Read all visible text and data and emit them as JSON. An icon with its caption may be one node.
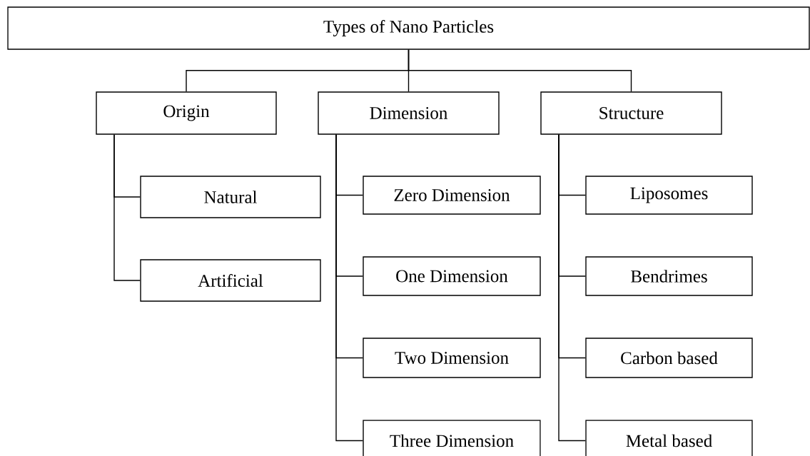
{
  "diagram": {
    "nodes": [
      {
        "text": [
          "Types of Nano Particles"
        ]
      },
      {
        "text": [
          "Origin"
        ]
      },
      {
        "text": [
          "Dimension"
        ]
      },
      {
        "text": [
          "Structure"
        ]
      },
      {
        "text": [
          "Natural"
        ]
      },
      {
        "text": [
          "Artificial"
        ]
      },
      {
        "text": [
          "Zero Dimension"
        ]
      },
      {
        "text": [
          "One Dimension"
        ]
      },
      {
        "text": [
          "Two Dimension"
        ]
      },
      {
        "text": [
          "Three Dimension"
        ]
      },
      {
        "text": [
          "Liposomes"
        ]
      },
      {
        "text": [
          "Bendrimes"
        ]
      },
      {
        "text": [
          "Carbon based"
        ]
      },
      {
        "text": [
          "Metal based"
        ]
      }
    ],
    "edges": [
      {
        "from": 0,
        "to": 1,
        "arrow": "none"
      },
      {
        "from": 0,
        "to": 2,
        "arrow": "none"
      },
      {
        "from": 0,
        "to": 3,
        "arrow": "none"
      },
      {
        "from": 1,
        "to": 4,
        "arrow": "none"
      },
      {
        "from": 1,
        "to": 5,
        "arrow": "none"
      },
      {
        "from": 2,
        "to": 6,
        "arrow": "none"
      },
      {
        "from": 2,
        "to": 7,
        "arrow": "none"
      },
      {
        "from": 2,
        "to": 8,
        "arrow": "none"
      },
      {
        "from": 2,
        "to": 9,
        "arrow": "none"
      },
      {
        "from": 3,
        "to": 10,
        "arrow": "none"
      },
      {
        "from": 3,
        "to": 11,
        "arrow": "none"
      },
      {
        "from": 3,
        "to": 12,
        "arrow": "none"
      },
      {
        "from": 3,
        "to": 13,
        "arrow": "none"
      }
    ]
  }
}
